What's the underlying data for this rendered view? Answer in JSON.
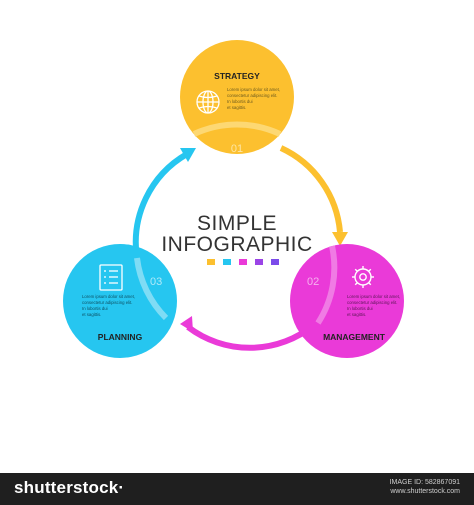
{
  "diagram": {
    "title_line1": "SIMPLE",
    "title_line2": "INFOGRAPHIC",
    "palette": [
      "#fcc02f",
      "#26c6f0",
      "#ea3ad8",
      "#9b44e6",
      "#7b4bea"
    ],
    "nodes": [
      {
        "id": "strategy",
        "label": "STRATEGY",
        "number": "01",
        "color": "#fcc02f",
        "icon": "globe-icon",
        "text_lines": [
          "Lorem ipsum dolor sit amet,",
          "consectetur adipiscing elit.",
          "In lobortis dui",
          "et sagittis."
        ]
      },
      {
        "id": "management",
        "label": "MANAGEMENT",
        "number": "02",
        "color": "#ea3ad8",
        "icon": "gear-icon",
        "text_lines": [
          "Lorem ipsum dolor sit amet,",
          "consectetur adipiscing elit.",
          "In lobortis dui",
          "et sagittis."
        ]
      },
      {
        "id": "planning",
        "label": "PLANNING",
        "number": "03",
        "color": "#26c6f0",
        "icon": "document-list-icon",
        "text_lines": [
          "Lorem ipsum dolor sit amet,",
          "consectetur adipiscing elit.",
          "In lobortis dui",
          "et sagittis."
        ]
      }
    ]
  },
  "footer": {
    "brand": "shutterstock·",
    "image_id": "IMAGE ID: 582867091",
    "site": "www.shutterstock.com"
  }
}
